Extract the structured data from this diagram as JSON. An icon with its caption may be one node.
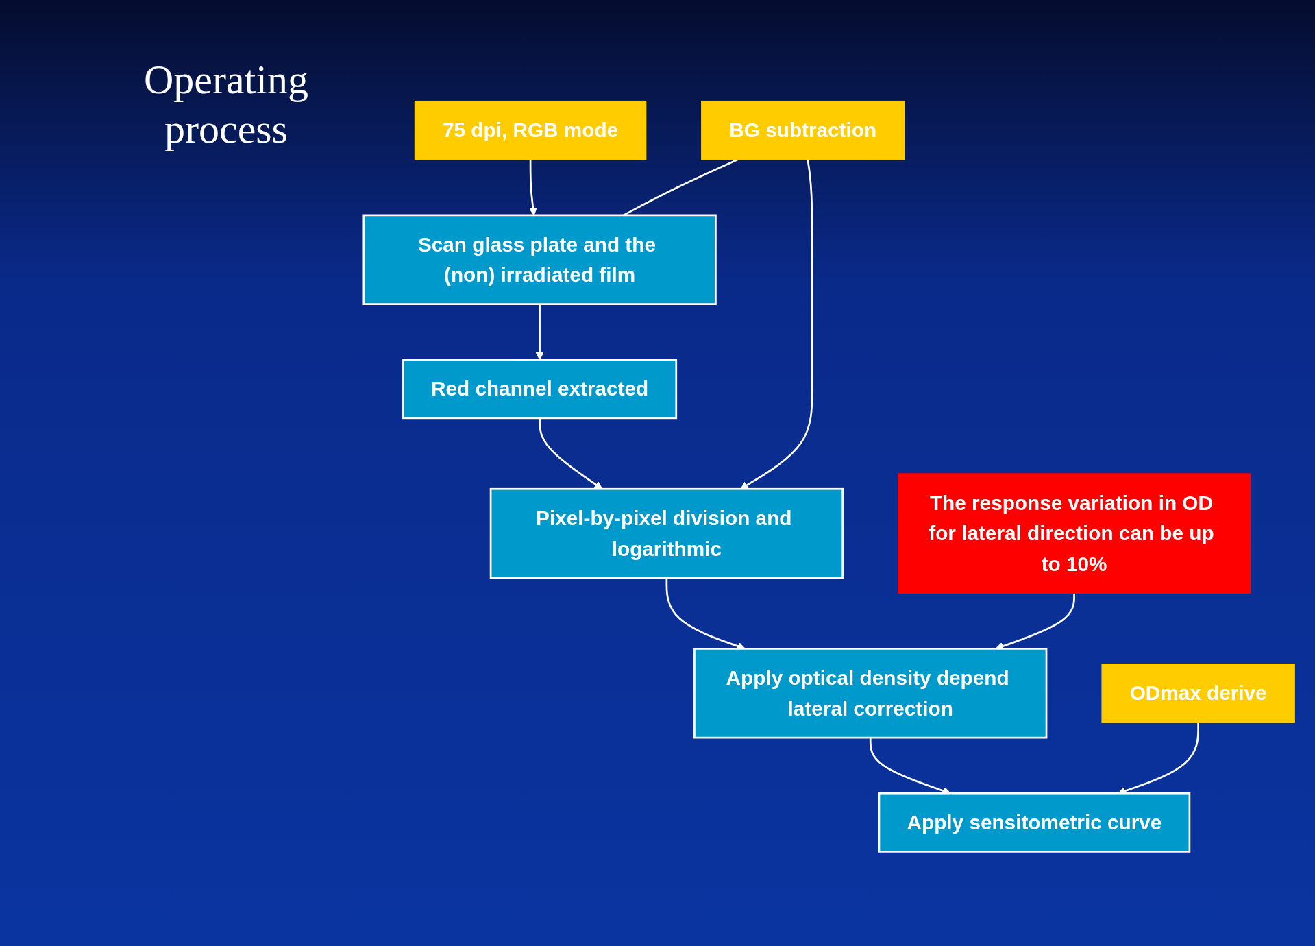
{
  "diagram": {
    "title": "Operating process",
    "nodes": [
      {
        "text": [
          "Scan glass plate and the (non) irradiated film"
        ]
      },
      {
        "text": [
          "75 dpi, RGB mode"
        ]
      },
      {
        "text": [
          "Red channel extracted"
        ]
      },
      {
        "text": [
          "BG subtraction"
        ]
      },
      {
        "text": [
          "Pixel-by-pixel division and logarithmic"
        ]
      },
      {
        "text": [
          "The response variation in OD for lateral direction can be up to 10%"
        ]
      },
      {
        "text": [
          "Apply optical density depend lateral correction"
        ]
      },
      {
        "text": [
          "ODmax derive"
        ]
      },
      {
        "text": [
          "Apply sensitometric curve"
        ]
      }
    ],
    "edges": [
      {
        "from": 1,
        "to": 0,
        "arrow": "to"
      },
      {
        "from": 0,
        "to": 2,
        "arrow": "to"
      },
      {
        "from": 3,
        "to": 0,
        "arrow": "none"
      },
      {
        "from": 2,
        "to": 4,
        "arrow": "to"
      },
      {
        "from": 3,
        "to": 4,
        "arrow": "to"
      },
      {
        "from": 4,
        "to": 6,
        "arrow": "to"
      },
      {
        "from": 5,
        "to": 6,
        "arrow": "to"
      },
      {
        "from": 6,
        "to": 8,
        "arrow": "to"
      },
      {
        "from": 7,
        "to": 8,
        "arrow": "to"
      }
    ]
  }
}
